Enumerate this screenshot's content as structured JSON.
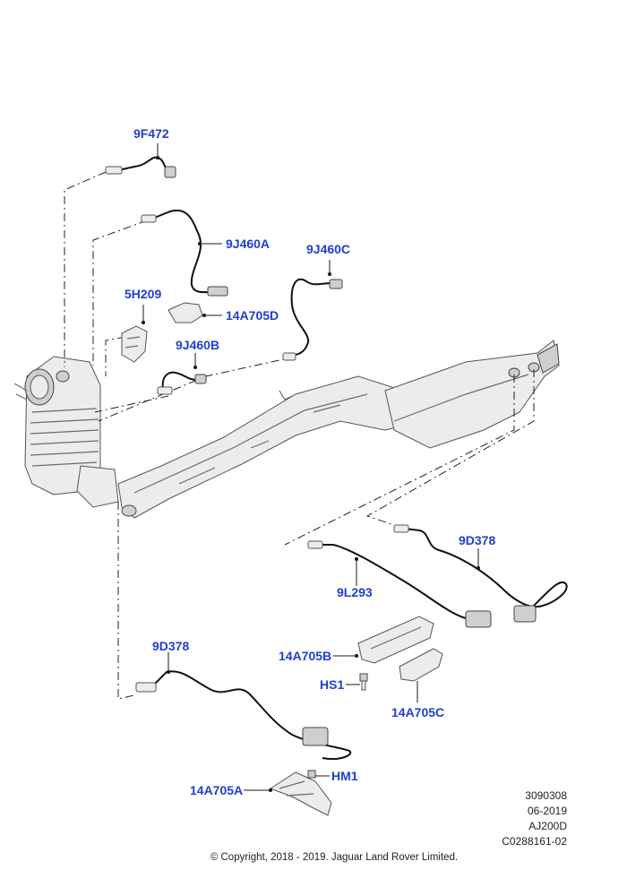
{
  "callouts": {
    "c1": "9F472",
    "c2": "9J460A",
    "c3": "9J460C",
    "c4": "5H209",
    "c5": "14A705D",
    "c6": "9J460B",
    "c7": "9D378",
    "c8": "9L293",
    "c9": "14A705B",
    "c10": "HS1",
    "c11": "14A705C",
    "c12": "9D378",
    "c13": "HM1",
    "c14": "14A705A"
  },
  "reference": {
    "code": "3090308",
    "date": "06-2019",
    "model": "AJ200D",
    "catalog": "C0288161-02"
  },
  "copyright": "© Copyright, 2018 - 2019. Jaguar Land Rover Limited.",
  "colors": {
    "callout": "#1f3fd0",
    "line": "#111111"
  }
}
